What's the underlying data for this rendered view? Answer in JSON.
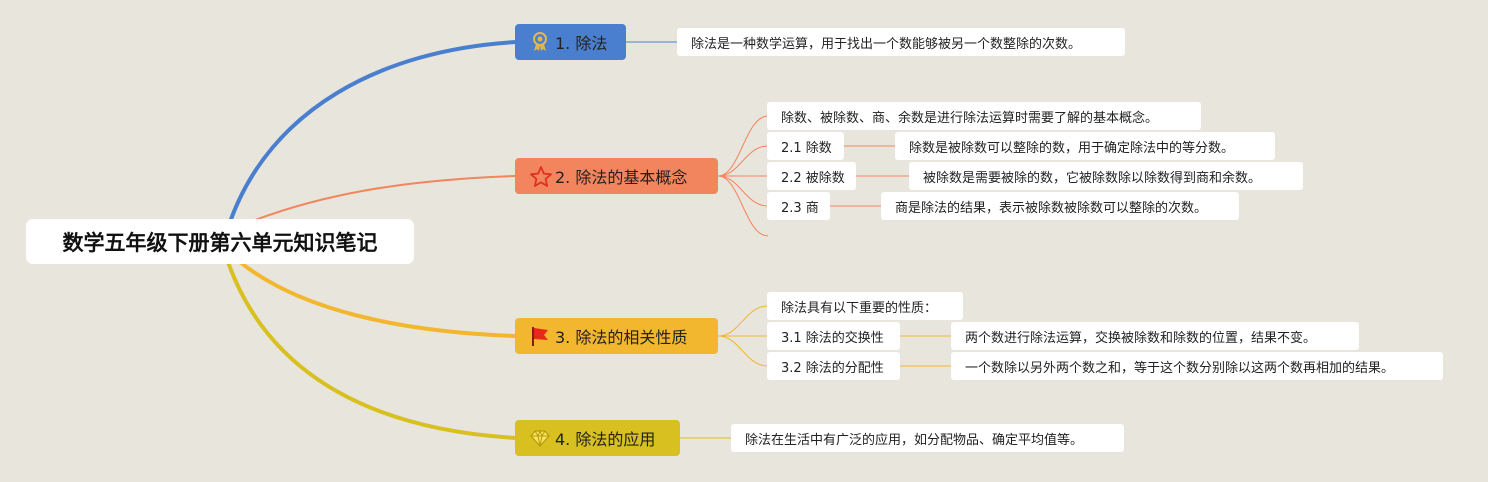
{
  "root": {
    "title": "数学五年级下册第六单元知识笔记"
  },
  "branches": [
    {
      "label": "1. 除法",
      "color": "#4a7fcf",
      "icon": "award-medal-icon",
      "notes": [
        "除法是一种数学运算，用于找出一个数能够被另一个数整除的次数。"
      ]
    },
    {
      "label": "2. 除法的基本概念",
      "color": "#f2855e",
      "icon": "star-icon",
      "intro": "除数、被除数、商、余数是进行除法运算时需要了解的基本概念。",
      "subs": [
        {
          "label": "2.1 除数",
          "note": "除数是被除数可以整除的数，用于确定除法中的等分数。"
        },
        {
          "label": "2.2 被除数",
          "note": "被除数是需要被除的数，它被除数除以除数得到商和余数。"
        },
        {
          "label": "2.3 商",
          "note": "商是除法的结果，表示被除数被除数可以整除的次数。"
        }
      ]
    },
    {
      "label": "3. 除法的相关性质",
      "color": "#f3b62f",
      "icon": "red-flag-icon",
      "intro": "除法具有以下重要的性质：",
      "subs": [
        {
          "label": "3.1 除法的交换性",
          "note": "两个数进行除法运算，交换被除数和除数的位置，结果不变。"
        },
        {
          "label": "3.2 除法的分配性",
          "note": "一个数除以另外两个数之和，等于这个数分别除以这两个数再相加的结果。"
        }
      ]
    },
    {
      "label": "4. 除法的应用",
      "color": "#d8c020",
      "icon": "diamond-icon",
      "notes": [
        "除法在生活中有广泛的应用，如分配物品、确定平均值等。"
      ]
    }
  ]
}
